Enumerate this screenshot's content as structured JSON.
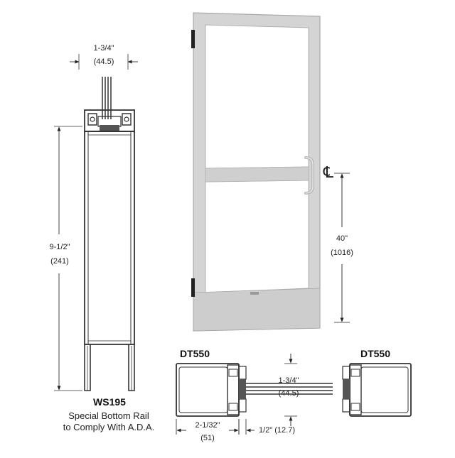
{
  "left_section": {
    "top_dim_frac": "1-3/4\"",
    "top_dim_mm": "(44.5)",
    "height_dim_frac": "9-1/2\"",
    "height_dim_mm": "(241)",
    "model": "WS195",
    "caption_line1": "Special Bottom Rail",
    "caption_line2": "to Comply With A.D.A."
  },
  "door": {
    "centerline_symbol": "℄",
    "height_dim_frac": "40\"",
    "height_dim_mm": "(1016)"
  },
  "bottom_section": {
    "left_model": "DT550",
    "right_model": "DT550",
    "depth_dim_frac": "1-3/4\"",
    "depth_dim_mm": "(44.5)",
    "width_dim_frac": "2-1/32\"",
    "width_dim_mm": "(51)",
    "gap_dim": "1/2\" (12.7)"
  },
  "colors": {
    "line": "#333333",
    "door_frame": "#d4d4d4",
    "door_frame_shadow": "#b9b9b9",
    "glass": "#ffffff"
  }
}
